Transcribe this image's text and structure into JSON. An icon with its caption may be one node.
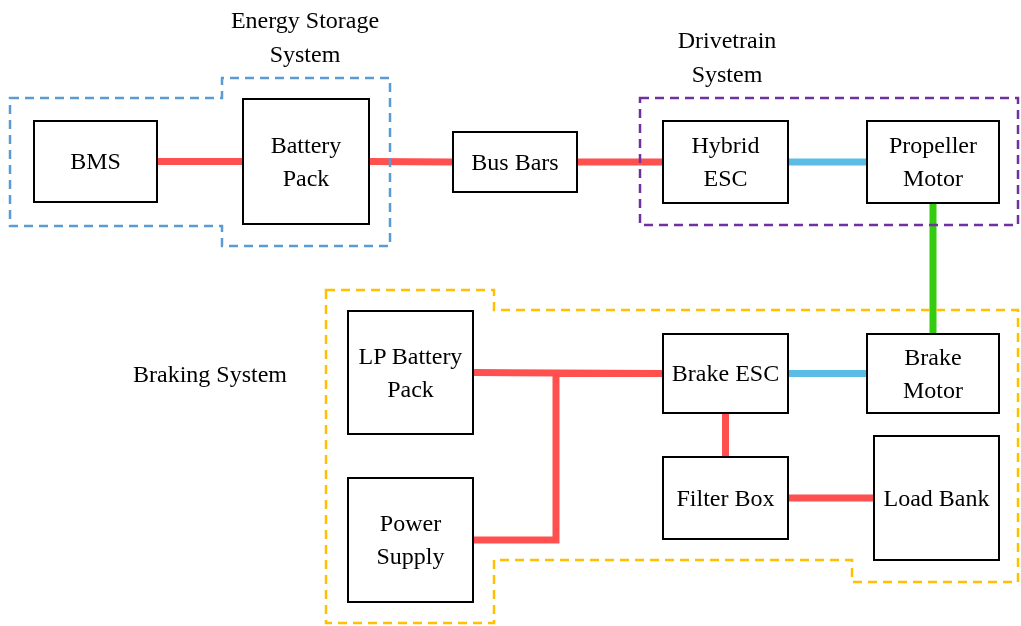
{
  "diagram": {
    "nodes": [
      {
        "text": [
          "Energy Storage System"
        ]
      },
      {
        "text": [
          "BMS"
        ],
        "in": 0
      },
      {
        "text": [
          "Battery Pack"
        ],
        "in": 0
      },
      {
        "text": [
          "Bus Bars"
        ]
      },
      {
        "text": [
          "Drivetrain System"
        ]
      },
      {
        "text": [
          "Hybrid ESC"
        ],
        "in": 4
      },
      {
        "text": [
          "Propeller Motor"
        ],
        "in": 4
      },
      {
        "text": [
          "Braking System"
        ]
      },
      {
        "text": [
          "LP Battery Pack"
        ],
        "in": 7
      },
      {
        "text": [
          "Power Supply"
        ],
        "in": 7
      },
      {
        "text": [
          "Brake ESC"
        ],
        "in": 7
      },
      {
        "text": [
          "Brake Motor"
        ],
        "in": 7
      },
      {
        "text": [
          "Filter Box"
        ],
        "in": 7
      },
      {
        "text": [
          "Load Bank"
        ],
        "in": 7
      }
    ],
    "edges": [
      {
        "from": 1,
        "to": 2,
        "arrow": "none"
      },
      {
        "from": 2,
        "to": 3,
        "arrow": "none"
      },
      {
        "from": 3,
        "to": 5,
        "arrow": "none"
      },
      {
        "from": 5,
        "to": 6,
        "arrow": "none",
        "color": "#5bbde6"
      },
      {
        "from": 6,
        "to": 11,
        "arrow": "none",
        "color": "#33cc11"
      },
      {
        "from": 8,
        "to": 10,
        "arrow": "none"
      },
      {
        "from": 9,
        "to": 10,
        "arrow": "none"
      },
      {
        "from": 10,
        "to": 11,
        "arrow": "none",
        "color": "#5bbde6"
      },
      {
        "from": 10,
        "to": 12,
        "arrow": "none"
      },
      {
        "from": 12,
        "to": 13,
        "arrow": "none"
      }
    ]
  }
}
